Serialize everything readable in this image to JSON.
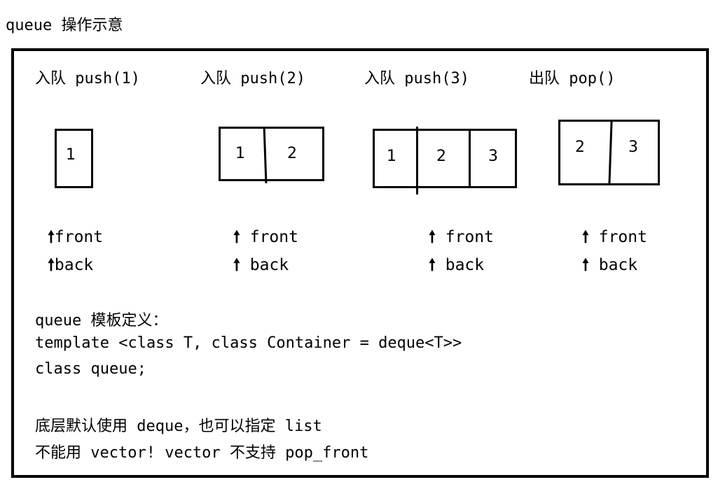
{
  "caption": "queue 操作示意",
  "operations": [
    {
      "label": "入队 push(1)",
      "cells": [
        "1"
      ]
    },
    {
      "label": "入队 push(2)",
      "cells": [
        "1",
        "2"
      ]
    },
    {
      "label": "入队 push(3)",
      "cells": [
        "1",
        "2",
        "3"
      ]
    },
    {
      "label": "出队 pop()",
      "cells": [
        "2",
        "3"
      ]
    }
  ],
  "pointers": {
    "arrow_glyph": "🠕",
    "front_labels": [
      "front",
      " front",
      " front",
      " front"
    ],
    "back_labels": [
      "back",
      " back",
      " back",
      " back"
    ]
  },
  "definition": {
    "heading": "queue 模板定义：",
    "line1": "template <class T, class Container = deque<T>>",
    "line2": "class queue;"
  },
  "notes": {
    "line1": "底层默认使用 deque，也可以指定 list",
    "line2": "不能用 vector! vector 不支持 pop_front"
  }
}
